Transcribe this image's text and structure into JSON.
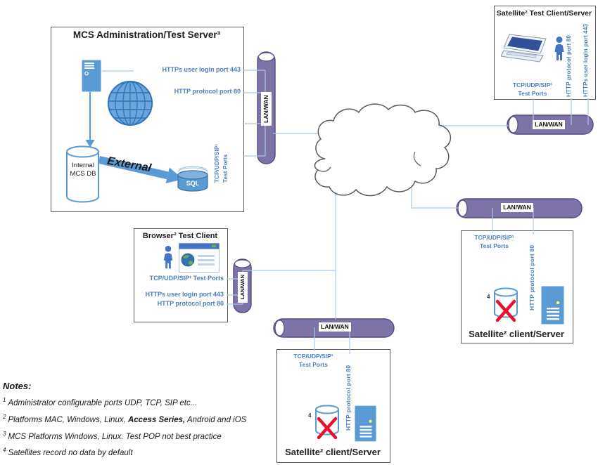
{
  "diagram": {
    "lan_wan": "LAN/WAN",
    "mcs": {
      "title": "MCS Administration/Test Server³",
      "https_label": "HTTPs user login port 443",
      "http_label": "HTTP protocol port 80",
      "tcp_line1": "TCP/UDP/SIP¹",
      "tcp_line2": "Test Ports",
      "db_line1": "Internal",
      "db_line2": "MCS DB",
      "external_label": "External",
      "sql_label": "SQL"
    },
    "satellite_top": {
      "title": "Satellite² Test Client/Server",
      "tcp_line1": "TCP/UDP/SIP¹",
      "tcp_line2": "Test Ports",
      "http_label": "HTTP protocol port 80",
      "https_label": "HTTPs user login port 443"
    },
    "browser": {
      "title": "Browser² Test Client",
      "tcp_label": "TCP/UDP/SIP¹ Test Ports",
      "https_label": "HTTPs user login port 443",
      "http_label": "HTTP protocol port 80"
    },
    "satellite_right": {
      "title": "Satellite² client/Server",
      "tcp_line1": "TCP/UDP/SIP¹",
      "tcp_line2": "Test Ports",
      "http_label": "HTTP protocol port 80",
      "note_ref": "4"
    },
    "satellite_bottom": {
      "title": "Satellite² client/Server",
      "tcp_line1": "TCP/UDP/SIP¹",
      "tcp_line2": "Test Ports",
      "http_label": "HTTP protocol port 80",
      "note_ref": "4"
    }
  },
  "notes": {
    "heading": "Notes:",
    "items": [
      {
        "sup": "1",
        "text": "Administrator configurable ports UDP, TCP, SIP etc..."
      },
      {
        "sup": "2",
        "pre": "Platforms MAC, Windows, Linux, ",
        "bold": "Access Series,",
        "post": " Android and iOS"
      },
      {
        "sup": "3",
        "text": "MCS Platforms Windows, Linux. Test POP not best practice"
      },
      {
        "sup": "4",
        "text": "Satellites record no data by default"
      }
    ]
  },
  "colors": {
    "icon_blue": "#5b9bd5",
    "label_blue": "#4a7fc1",
    "pipe_purple": "#7d73a9",
    "pipe_border": "#554b7e",
    "box_border": "#58595b",
    "connector_blue": "#aac7e8",
    "cross_red": "#e8112d"
  }
}
